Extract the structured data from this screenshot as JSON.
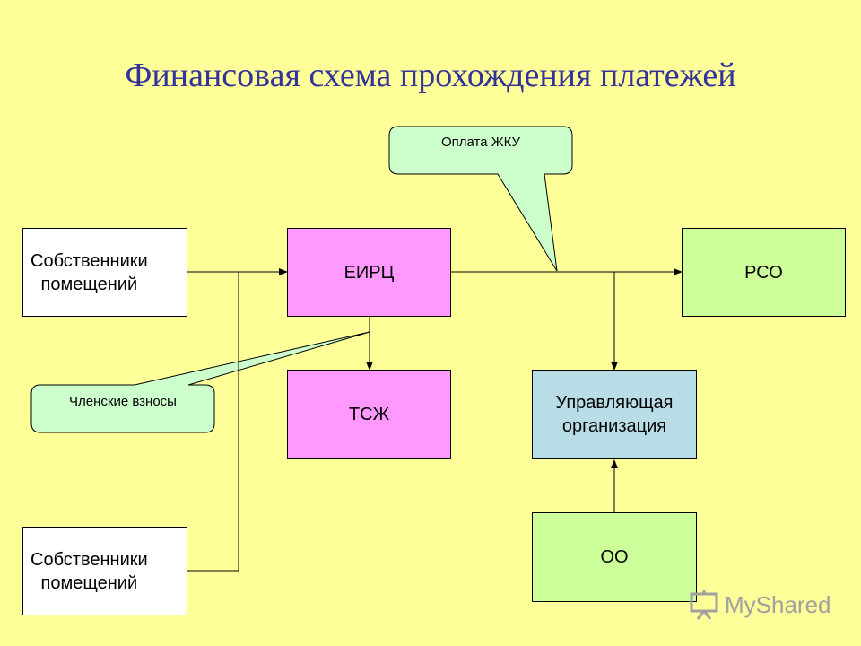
{
  "title": "Финансовая схема прохождения платежей",
  "boxes": {
    "owners_top": "Собственники\nпомещений",
    "eirc": "ЕИРЦ",
    "rso": "РСО",
    "tszh": "ТСЖ",
    "uk": "Управляющая\nорганизация",
    "owners_bottom": "Собственники\nпомещений",
    "oo": "ОО"
  },
  "callouts": {
    "payment": "Оплата ЖКУ",
    "member_fees": "Членские взносы"
  },
  "watermark": {
    "text": "MyShared",
    "icon": "projector-screen-icon"
  },
  "colors": {
    "background": "#ffff99",
    "title": "#333399",
    "pink_box": "#ff99ff",
    "green_box": "#ccff99",
    "blue_box": "#b8dde6",
    "callout": "#ccffcc"
  }
}
